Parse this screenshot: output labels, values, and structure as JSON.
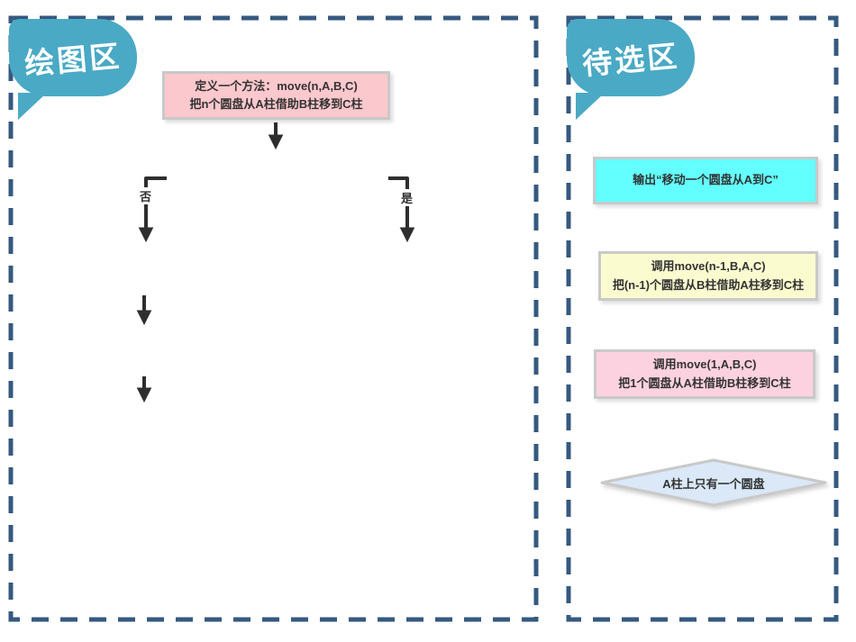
{
  "drawing_area": {
    "label": "绘图区",
    "define_box": {
      "line1": "定义一个方法：move(n,A,B,C)",
      "line2": "把n个圆盘从A柱借助B柱移到C柱"
    },
    "branch": {
      "no": "否",
      "yes": "是"
    }
  },
  "candidate_area": {
    "label": "待选区",
    "items": [
      {
        "name": "output-statement",
        "shape": "rectangle",
        "fill": "#63ffff",
        "line1": "输出“移动一个圆盘从A到C”",
        "line2": ""
      },
      {
        "name": "call-move-n-1",
        "shape": "rectangle",
        "fill": "#fbfbd0",
        "line1": "调用move(n-1,B,A,C)",
        "line2": "把(n-1)个圆盘从B柱借助A柱移到C柱"
      },
      {
        "name": "call-move-1",
        "shape": "rectangle",
        "fill": "#fdd2e0",
        "line1": "调用move(1,A,B,C)",
        "line2": "把1个圆盘从A柱借助B柱移到C柱"
      },
      {
        "name": "condition-only-one-disk",
        "shape": "diamond",
        "fill": "#dae8f8",
        "line1": "A柱上只有一个圆盘",
        "line2": ""
      }
    ]
  },
  "colors": {
    "panel_border": "#36597f",
    "bubble": "#4aa9c4",
    "node_border": "#c9c9c9",
    "define_fill": "#fbc8cd",
    "arrow": "#2e2e2e",
    "diamond_fill": "#dae8f8"
  }
}
